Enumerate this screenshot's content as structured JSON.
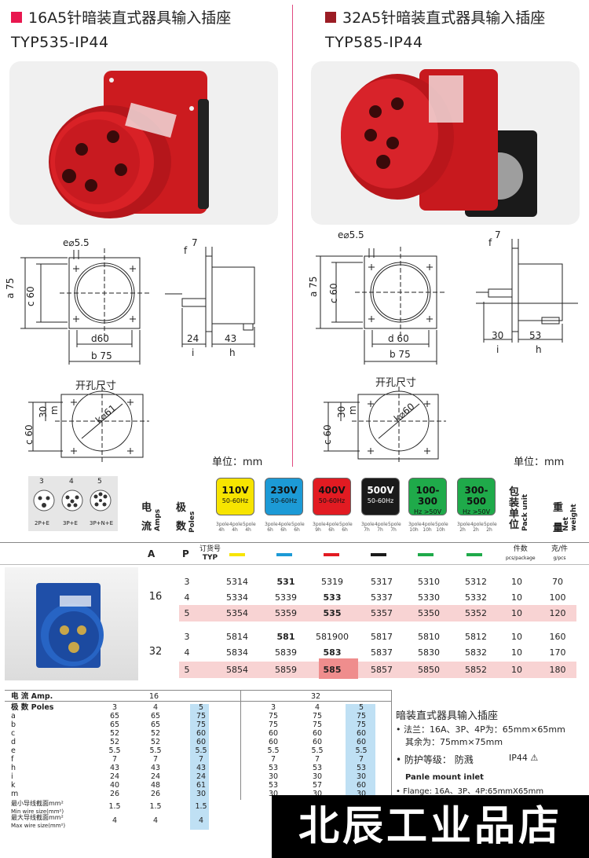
{
  "products": [
    {
      "title": "16A5针暗装直式器具输入插座",
      "model": "TYP535-IP44",
      "color": "#e8174f"
    },
    {
      "title": "32A5针暗装直式器具输入插座",
      "model": "TYP585-IP44",
      "color": "#9b1c24"
    }
  ],
  "drawings": {
    "left": {
      "e": "e⌀5.5",
      "f": "f",
      "f_val": "7",
      "a": "a 75",
      "c": "c 60",
      "d": "d60",
      "b": "b 75",
      "i_val": "24",
      "i": "i",
      "h_val": "43",
      "h": "h",
      "cutout_title": "开孔尺寸",
      "c2": "c 60",
      "m_val": "30",
      "m": "m",
      "k": "k⌀61",
      "unit": "单位：mm"
    },
    "right": {
      "e": "e⌀5.5",
      "f": "f",
      "f_val": "7",
      "a": "a 75",
      "c": "c 60",
      "d": "d 60",
      "b": "b 75",
      "i_val": "30",
      "i": "i",
      "h_val": "53",
      "h": "h",
      "cutout_title": "开孔尺寸",
      "c2": "c 60",
      "m_val": "30",
      "m": "m",
      "k": "k⌀60",
      "unit": "单位：mm"
    }
  },
  "pin_config": [
    {
      "num": "3",
      "label": "2P+E"
    },
    {
      "num": "4",
      "label": "3P+E"
    },
    {
      "num": "5",
      "label": "3P+N+E"
    }
  ],
  "headers": {
    "current_cn1": "电",
    "current_cn2": "流",
    "current_en": "Amps",
    "poles_cn1": "极",
    "poles_cn2": "数",
    "poles_en": "Poles",
    "pack_cn1": "包",
    "pack_cn2": "装",
    "pack_cn3": "单",
    "pack_cn4": "位",
    "pack_en": "Pack unit",
    "weight_cn1": "重",
    "weight_cn2": "量",
    "weight_en": "Net weight",
    "a_col": "A",
    "p_col": "P",
    "typ_cn": "订货号",
    "typ_en": "TYP",
    "pack_unit_cn": "件数",
    "pack_unit_en": "pcs/package",
    "weight_unit_cn": "克/件",
    "weight_unit_en": "g/pcs"
  },
  "voltages": [
    {
      "v": "110V",
      "hz": "50-60Hz",
      "bg": "#f7e400",
      "fg": "#111",
      "bar": "#f7e400",
      "poles": [
        "3pole 4h",
        "4pole 4h",
        "5pole 4h"
      ]
    },
    {
      "v": "230V",
      "hz": "50-60Hz",
      "bg": "#1c9ad6",
      "fg": "#111",
      "bar": "#1c9ad6",
      "poles": [
        "3pole 6h",
        "4pole 6h",
        "5pole 6h"
      ]
    },
    {
      "v": "400V",
      "hz": "50-60Hz",
      "bg": "#e21b22",
      "fg": "#111",
      "bar": "#e21b22",
      "poles": [
        "3pole 9h",
        "4pole 6h",
        "5pole 6h"
      ]
    },
    {
      "v": "500V",
      "hz": "50-60Hz",
      "bg": "#1a1a1a",
      "fg": "#fff",
      "bar": "#1a1a1a",
      "poles": [
        "3pole 7h",
        "4pole 7h",
        "5pole 7h"
      ]
    },
    {
      "v": "100-300",
      "hz": "Hz >50V",
      "bg": "#1faa4a",
      "fg": "#111",
      "bar": "#1faa4a",
      "poles": [
        "3pole 10h",
        "4pole 10h",
        "5pole 10h"
      ]
    },
    {
      "v": "300-500",
      "hz": "Hz >50V",
      "bg": "#1faa4a",
      "fg": "#111",
      "bar": "#1faa4a",
      "poles": [
        "3pole 2h",
        "4pole 2h",
        "5pole 2h"
      ]
    }
  ],
  "order_rows": [
    {
      "amps": "",
      "poles": "3",
      "codes": [
        "5314",
        "531",
        "5319",
        "5317",
        "5310",
        "5312"
      ],
      "pack": "10",
      "weight": "70",
      "bold": 1,
      "hl": false
    },
    {
      "amps": "16",
      "poles": "4",
      "codes": [
        "5334",
        "5339",
        "533",
        "5337",
        "5330",
        "5332"
      ],
      "pack": "10",
      "weight": "100",
      "bold": 2,
      "hl": false
    },
    {
      "amps": "",
      "poles": "5",
      "codes": [
        "5354",
        "5359",
        "535",
        "5357",
        "5350",
        "5352"
      ],
      "pack": "10",
      "weight": "120",
      "bold": 2,
      "hl": true
    },
    {
      "amps": "",
      "poles": "3",
      "codes": [
        "5814",
        "581",
        "581900",
        "5817",
        "5810",
        "5812"
      ],
      "pack": "10",
      "weight": "160",
      "bold": 1,
      "hl": false
    },
    {
      "amps": "32",
      "poles": "4",
      "codes": [
        "5834",
        "5839",
        "583",
        "5837",
        "5830",
        "5832"
      ],
      "pack": "10",
      "weight": "170",
      "bold": 2,
      "hl": false
    },
    {
      "amps": "",
      "poles": "5",
      "codes": [
        "5854",
        "5859",
        "585",
        "5857",
        "5850",
        "5852"
      ],
      "pack": "10",
      "weight": "180",
      "bold": 2,
      "hl": true
    }
  ],
  "spec": {
    "current_label": "电 流  Amp.",
    "amp16": "16",
    "amp32": "32",
    "poles_label": "极 数 Poles",
    "poles16": [
      "3",
      "4",
      "5"
    ],
    "poles32": [
      "3",
      "4",
      "5"
    ],
    "rows": [
      {
        "k": "a",
        "v16": [
          "65",
          "65",
          "75"
        ],
        "v32": [
          "75",
          "75",
          "75"
        ]
      },
      {
        "k": "b",
        "v16": [
          "65",
          "65",
          "75"
        ],
        "v32": [
          "75",
          "75",
          "75"
        ]
      },
      {
        "k": "c",
        "v16": [
          "52",
          "52",
          "60"
        ],
        "v32": [
          "60",
          "60",
          "60"
        ]
      },
      {
        "k": "d",
        "v16": [
          "52",
          "52",
          "60"
        ],
        "v32": [
          "60",
          "60",
          "60"
        ]
      },
      {
        "k": "e",
        "v16": [
          "5.5",
          "5.5",
          "5.5"
        ],
        "v32": [
          "5.5",
          "5.5",
          "5.5"
        ]
      },
      {
        "k": "f",
        "v16": [
          "7",
          "7",
          "7"
        ],
        "v32": [
          "7",
          "7",
          "7"
        ]
      },
      {
        "k": "h",
        "v16": [
          "43",
          "43",
          "43"
        ],
        "v32": [
          "53",
          "53",
          "53"
        ]
      },
      {
        "k": "i",
        "v16": [
          "24",
          "24",
          "24"
        ],
        "v32": [
          "30",
          "30",
          "30"
        ]
      },
      {
        "k": "k",
        "v16": [
          "40",
          "48",
          "61"
        ],
        "v32": [
          "53",
          "57",
          "60"
        ]
      },
      {
        "k": "m",
        "v16": [
          "26",
          "26",
          "30"
        ],
        "v32": [
          "30",
          "30",
          "30"
        ]
      }
    ],
    "min_wire_cn": "最小导线截面mm²",
    "min_wire_en": "Min wire size(mm²)",
    "min_wire16": [
      "1.5",
      "1.5",
      "1.5"
    ],
    "max_wire_cn": "最大导线截面mm²",
    "max_wire_en": "Max wire size(mm²)",
    "max_wire16": [
      "4",
      "4",
      "4"
    ]
  },
  "notes": {
    "title": "暗装直式器具输入插座",
    "flange_cn": "法兰：16A、3P、4P为：65mm×65mm",
    "flange_cn2": "其余为：75mm×75mm",
    "protect_cn": "防护等级：  防溅",
    "protect_code": "IP44 ⚠",
    "en_title": "Panle mount inlet",
    "en_flange": "Flange: 16A、3P、4P:65mmX65mm"
  },
  "banner": "北辰工业品店"
}
